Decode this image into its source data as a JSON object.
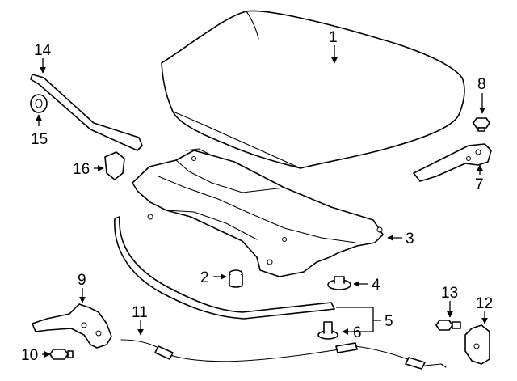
{
  "callouts": [
    {
      "id": "p1",
      "label": "1"
    },
    {
      "id": "p2",
      "label": "2"
    },
    {
      "id": "p3",
      "label": "3"
    },
    {
      "id": "p4",
      "label": "4"
    },
    {
      "id": "p5",
      "label": "5"
    },
    {
      "id": "p6",
      "label": "6"
    },
    {
      "id": "p7",
      "label": "7"
    },
    {
      "id": "p8",
      "label": "8"
    },
    {
      "id": "p9",
      "label": "9"
    },
    {
      "id": "p10",
      "label": "10"
    },
    {
      "id": "p11",
      "label": "11"
    },
    {
      "id": "p12",
      "label": "12"
    },
    {
      "id": "p13",
      "label": "13"
    },
    {
      "id": "p14",
      "label": "14"
    },
    {
      "id": "p15",
      "label": "15"
    },
    {
      "id": "p16",
      "label": "16"
    }
  ],
  "colors": {
    "line": "#000000",
    "background": "#ffffff"
  }
}
